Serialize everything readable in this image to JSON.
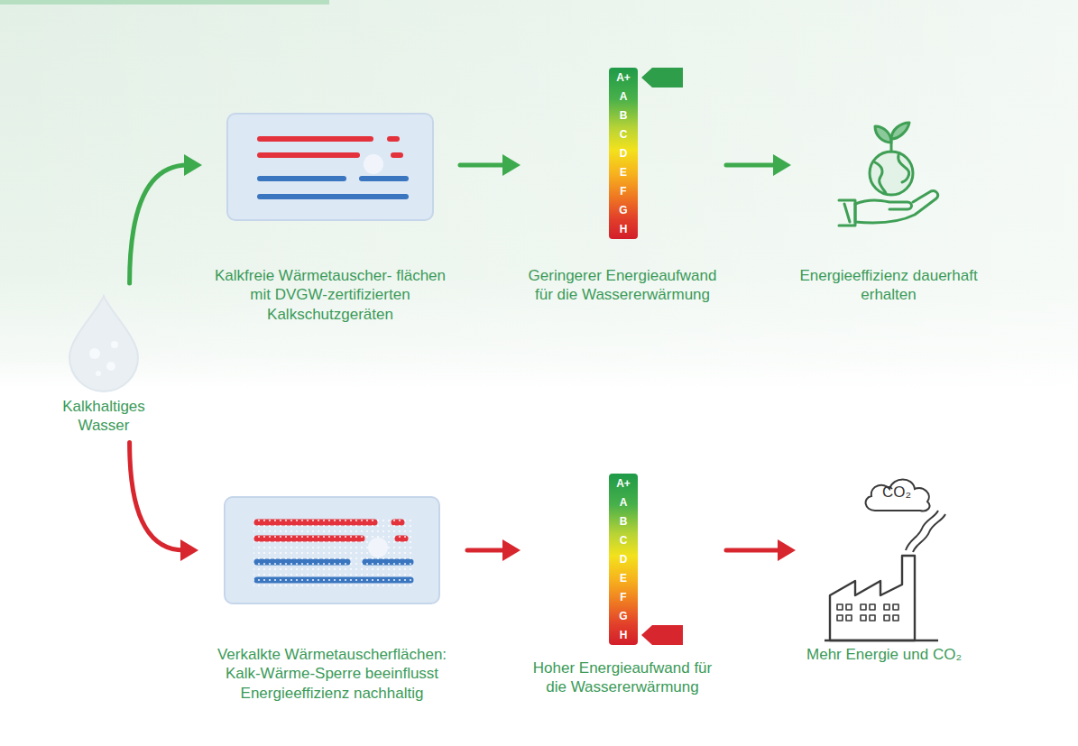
{
  "diagram": {
    "nodes": [
      {
        "text": [
          "Kalkfreie Wärmetauscher- flächen mit DVGW-zertifizierten Kalkschutzgeräten"
        ]
      },
      {
        "text": [
          "Geringerer Energieaufwand für die Wassererwärmung"
        ]
      },
      {
        "text": [
          "Energieeffizienz dauerhaft erhalten"
        ]
      },
      {
        "text": [
          "Kalkhaltiges Wasser"
        ]
      },
      {
        "text": [
          "Verkalkte Wärmetauscherflächen: Kalk-Wärme-Sperre beeinflusst Energieeffizienz nachhaltig"
        ]
      },
      {
        "text": [
          "Hoher Energieaufwand für die Wassererwärmung"
        ]
      },
      {
        "text": [
          "Mehr Energie und CO₂"
        ]
      },
      {
        "text": [
          "CO₂"
        ],
        "in": 6
      }
    ],
    "edges": [
      {
        "from": 3,
        "to": 0,
        "arrow": "to"
      },
      {
        "from": 0,
        "to": 1,
        "arrow": "to"
      },
      {
        "from": 1,
        "to": 2,
        "arrow": "to"
      },
      {
        "from": 3,
        "to": 4,
        "arrow": "to"
      },
      {
        "from": 4,
        "to": 5,
        "arrow": "to"
      },
      {
        "from": 5,
        "to": 6,
        "arrow": "to"
      }
    ],
    "labels": [
      "A+",
      "A",
      "B",
      "C",
      "D",
      "E",
      "F",
      "G",
      "H",
      "A+",
      "A",
      "B",
      "C",
      "D",
      "E",
      "F",
      "G",
      "H"
    ]
  }
}
